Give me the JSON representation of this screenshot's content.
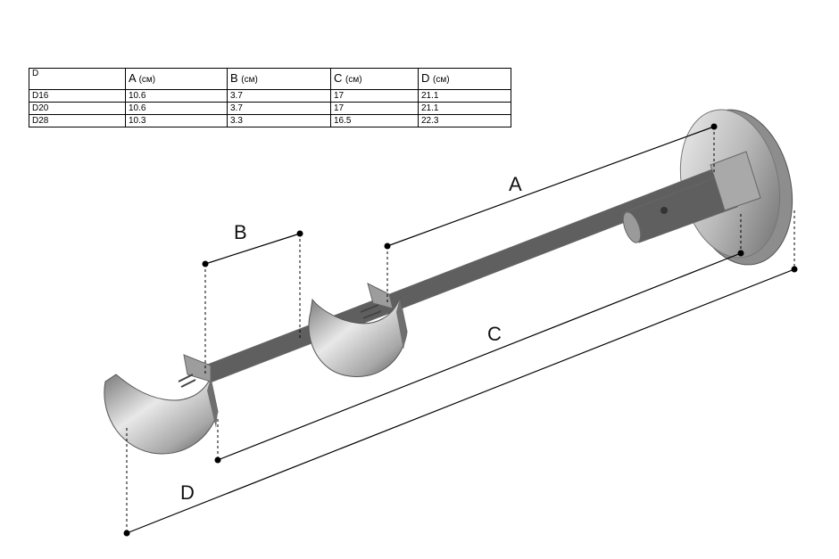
{
  "table": {
    "header": [
      {
        "main": "D",
        "unit": ""
      },
      {
        "main": "A",
        "unit": "(см)"
      },
      {
        "main": "B",
        "unit": "(см)"
      },
      {
        "main": "C",
        "unit": "(см)"
      },
      {
        "main": "D",
        "unit": "(см)"
      }
    ],
    "rows": [
      [
        "D16",
        "10.6",
        "3.7",
        "17",
        "21.1"
      ],
      [
        "D20",
        "10.6",
        "3.7",
        "17",
        "21.1"
      ],
      [
        "D28",
        "10.3",
        "3.3",
        "16.5",
        "22.3"
      ]
    ]
  },
  "dimensions": {
    "a": "A",
    "b": "B",
    "c": "C",
    "d": "D"
  },
  "colors": {
    "metal_light": "#eeeeee",
    "metal_mid": "#b0b0b0",
    "metal_dark": "#5f5f5f",
    "dimension_line": "#000000"
  }
}
